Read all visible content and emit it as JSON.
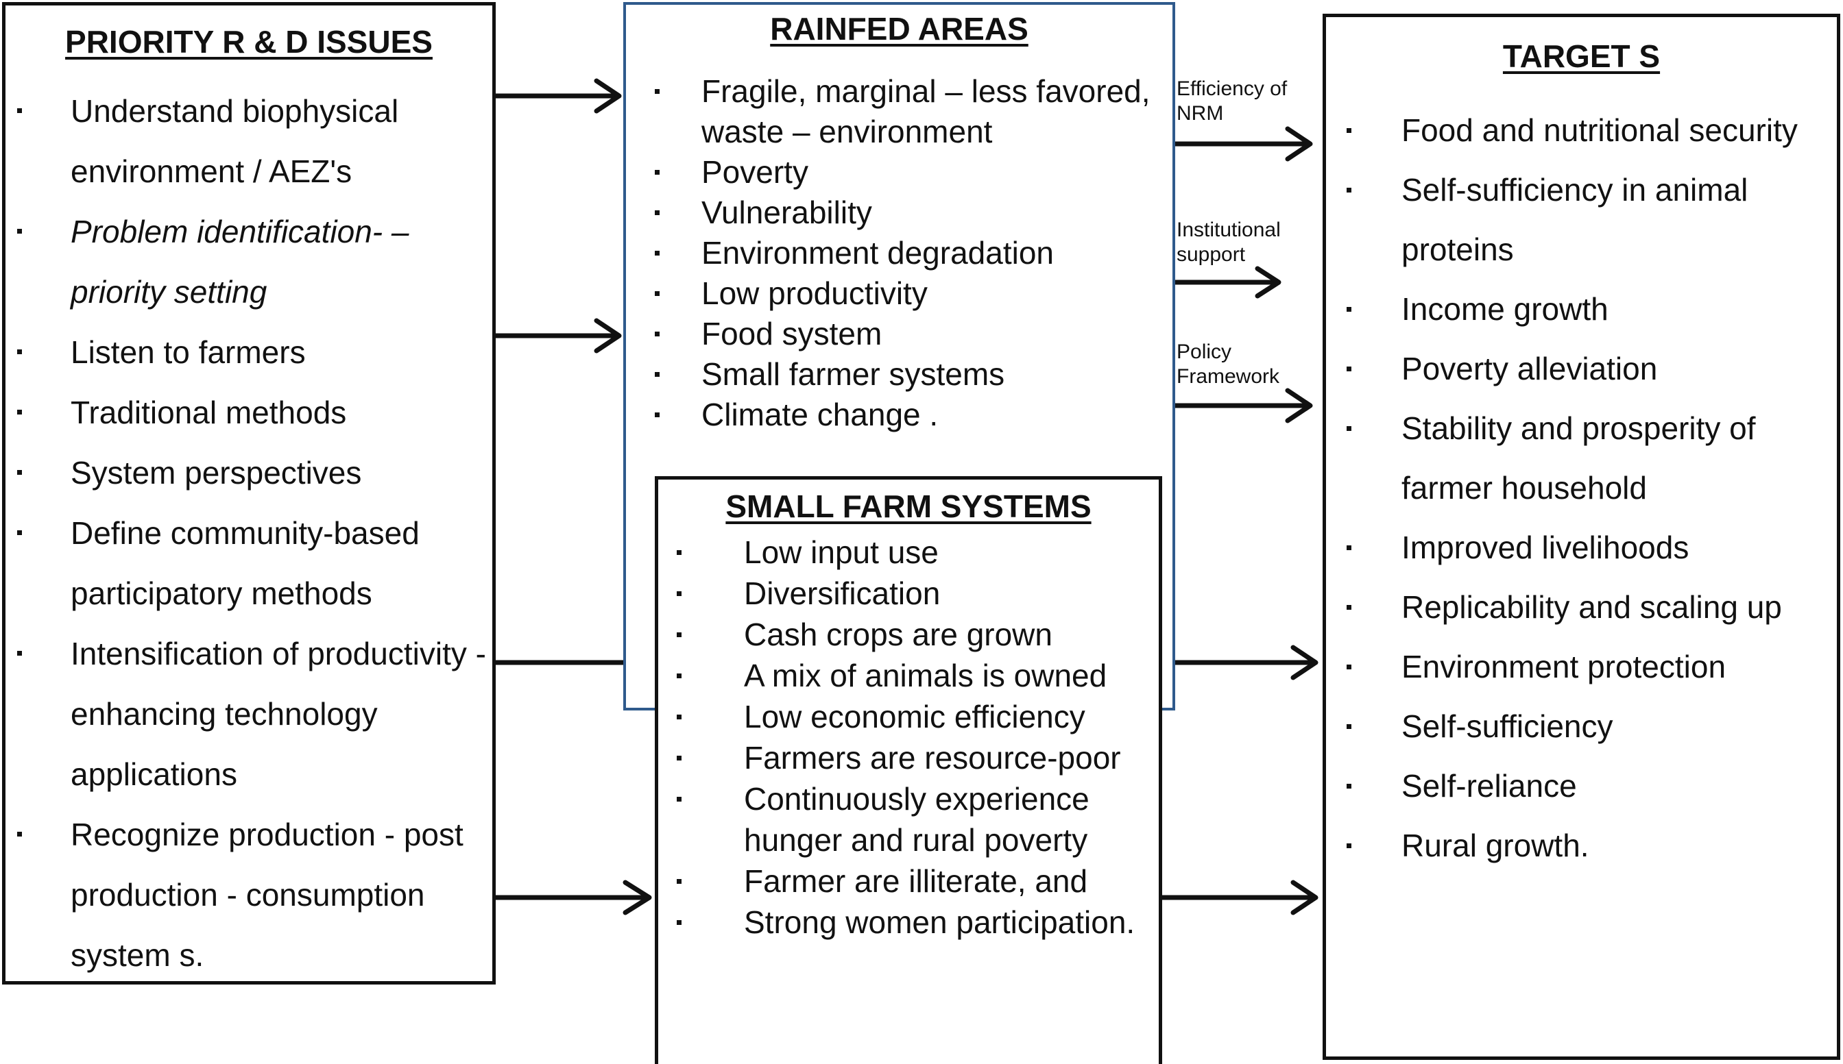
{
  "priority": {
    "title": "PRIORITY R & D ISSUES",
    "items": [
      {
        "text": " Understand biophysical environment  / AEZ's",
        "italic": false
      },
      {
        "text": "Problem  identification- – priority setting",
        "italic": true
      },
      {
        "text": "Listen to farmers",
        "italic": false
      },
      {
        "text": "Traditional methods",
        "italic": false
      },
      {
        "text": "System perspectives",
        "italic": false
      },
      {
        "text": "Define community-based participatory methods",
        "italic": false
      },
      {
        "text": "Intensification of productivity - enhancing technology  applications",
        "italic": false
      },
      {
        "text": "Recognize production - post production - consumption system s.",
        "italic": false
      }
    ]
  },
  "rainfed": {
    "title": "RAINFED AREAS",
    "items": [
      "Fragile, marginal – less favored, waste – environment",
      "Poverty",
      "Vulnerability",
      "Environment degradation",
      "Low productivity",
      "Food system",
      "Small farmer systems",
      "Climate change ."
    ]
  },
  "small_farm": {
    "title": "SMALL FARM SYSTEMS",
    "items": [
      "Low input use",
      "Diversification",
      "Cash crops are grown",
      "A mix of animals is owned",
      "Low economic efficiency",
      "Farmers are resource-poor",
      "Continuously experience hunger and rural poverty",
      "Farmer are illiterate, and",
      "Strong women participation."
    ]
  },
  "targets": {
    "title": "TARGET S",
    "items": [
      "Food and nutritional security",
      "Self-sufficiency in animal proteins",
      "Income growth",
      "Poverty alleviation",
      "Stability and prosperity of farmer household",
      "Improved livelihoods",
      "Replicability and scaling up",
      "Environment protection",
      "Self-sufficiency",
      "Self-reliance",
      "Rural growth."
    ]
  },
  "connectors": {
    "label_1": "Efficiency of NRM",
    "label_2": "Institutional support",
    "label_3": "Policy Framework"
  }
}
